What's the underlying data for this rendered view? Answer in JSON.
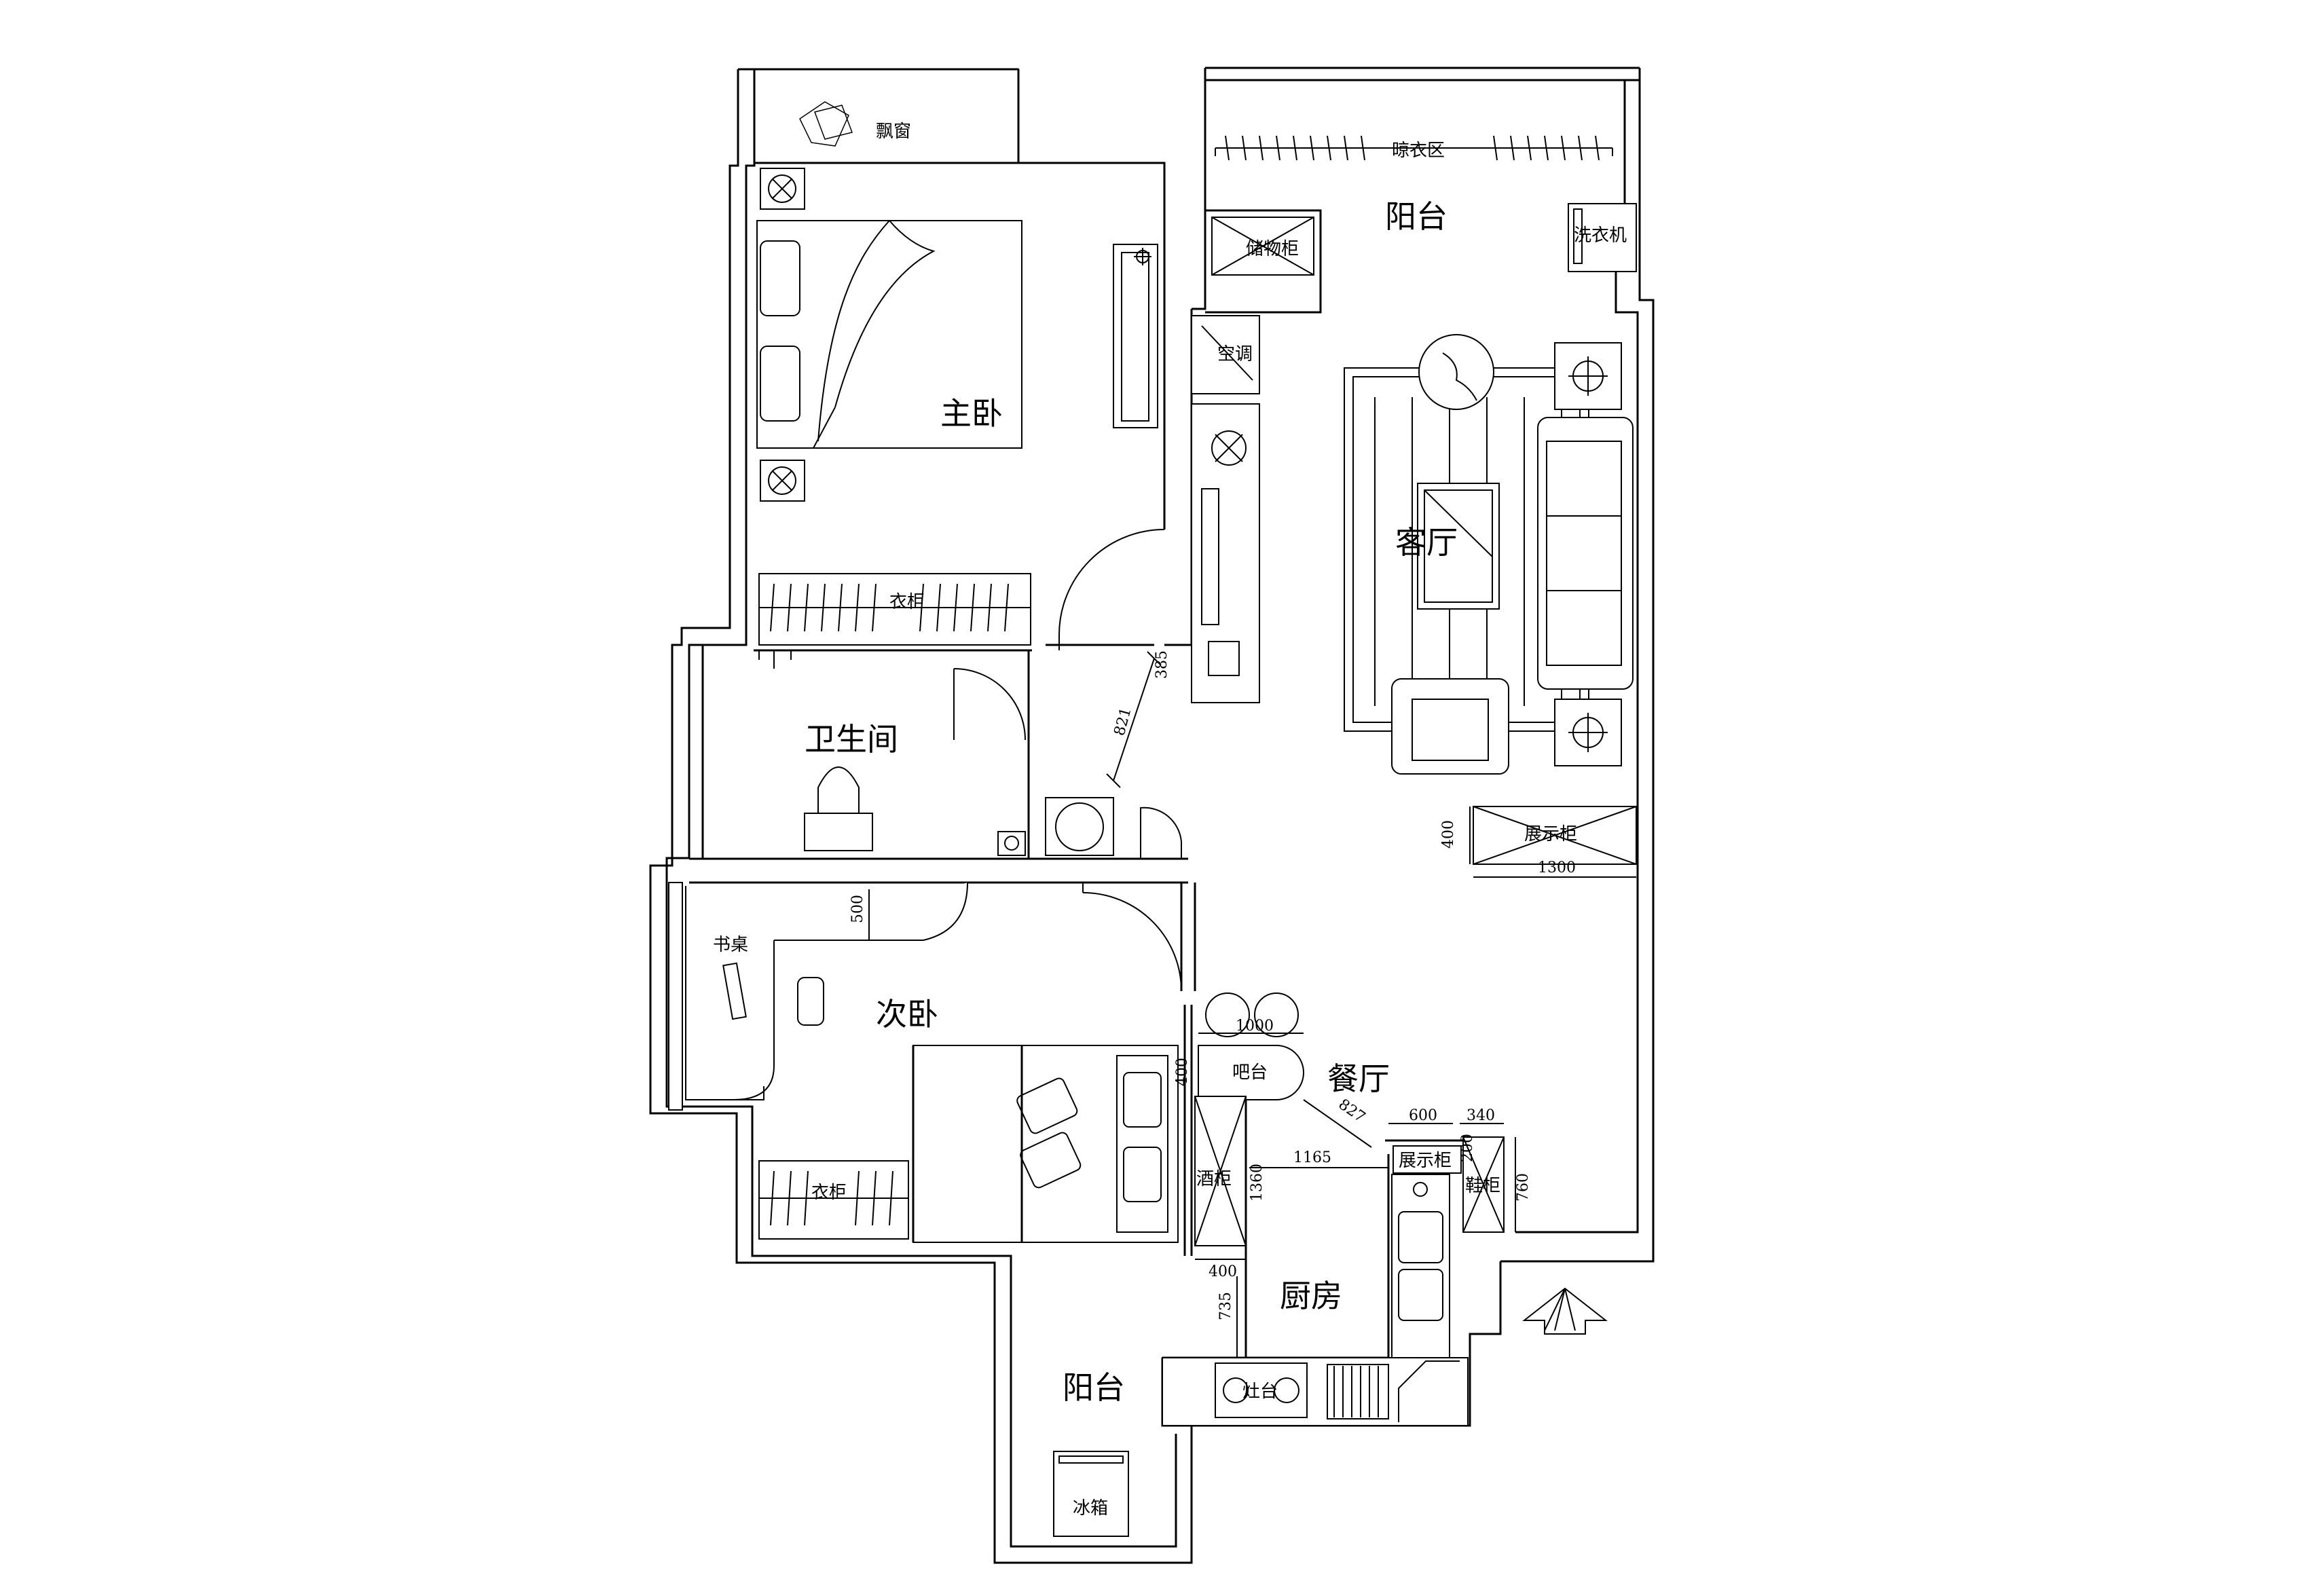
{
  "rooms": {
    "master_bedroom": "主卧",
    "living_room": "客厅",
    "balcony_top": "阳台",
    "bathroom": "卫生间",
    "second_bedroom": "次卧",
    "dining_room": "餐厅",
    "kitchen": "厨房",
    "balcony_bottom": "阳台"
  },
  "fixtures": {
    "bay_window": "飘窗",
    "drying_area": "晾衣区",
    "storage_cabinet": "储物柜",
    "washing_machine": "洗衣机",
    "air_conditioner": "空调",
    "wardrobe_master": "衣柜",
    "display_cabinet_living": "展示柜",
    "desk": "书桌",
    "wardrobe_second": "衣柜",
    "bar_counter": "吧台",
    "wine_cabinet": "酒柜",
    "display_cabinet_dining": "展示柜",
    "shoe_cabinet": "鞋柜",
    "stove": "灶台",
    "fridge": "冰箱"
  },
  "dimensions": {
    "d385": "385",
    "d821": "821",
    "d400_display": "400",
    "d1300": "1300",
    "d500": "500",
    "d1000": "1000",
    "d400_bar": "400",
    "d827": "827",
    "d600": "600",
    "d340": "340",
    "d200": "200",
    "d760": "760",
    "d1165": "1165",
    "d1360": "1360",
    "d400_wine": "400",
    "d735": "735"
  }
}
